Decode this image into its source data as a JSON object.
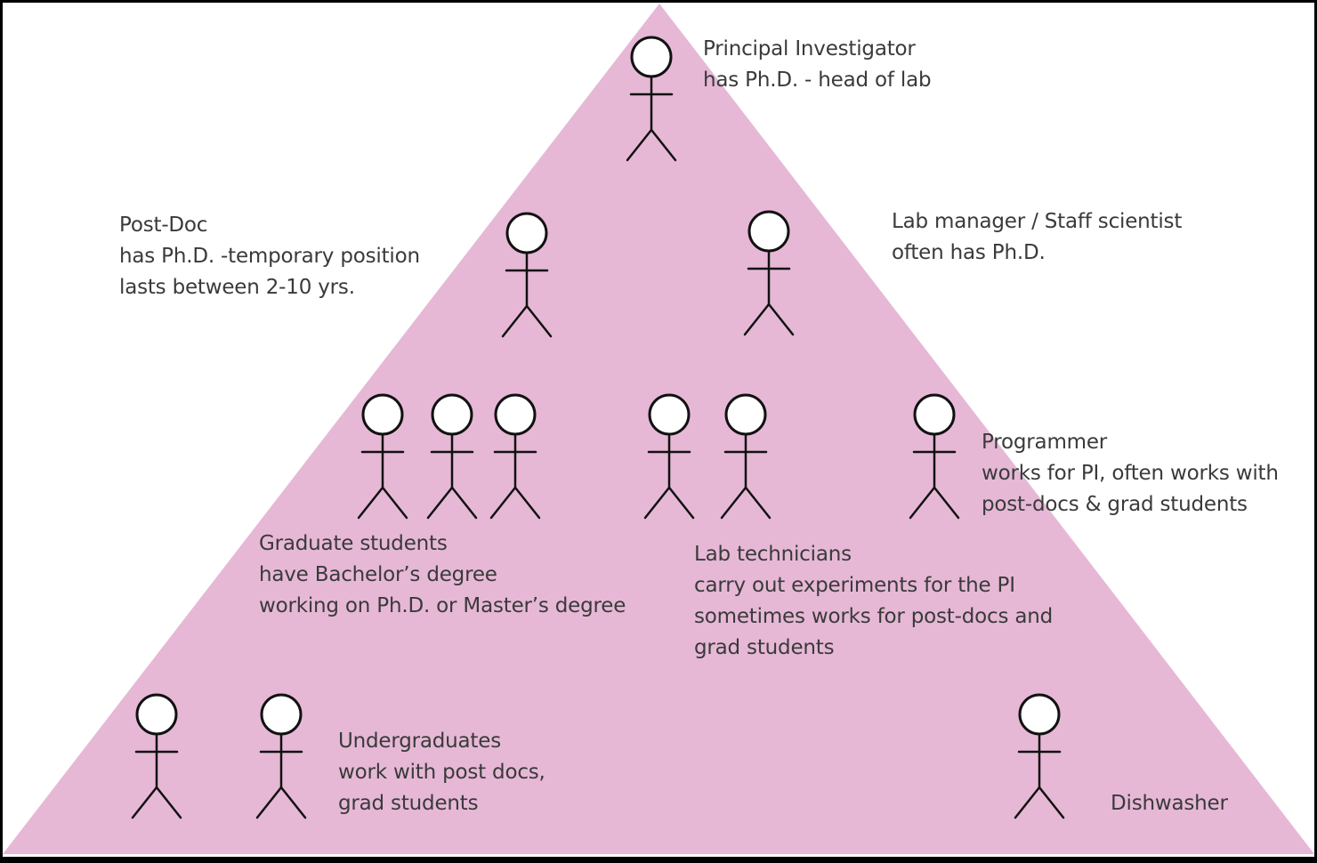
{
  "colors": {
    "background": "#ffffff",
    "frame": "#000000",
    "pyramid": "#e6b8d6",
    "figure_fill": "#ffffff",
    "figure_stroke": "#111111",
    "text": "#3a3a3a"
  },
  "roles": {
    "pi": {
      "title": "Principal Investigator",
      "lines": [
        "has Ph.D. - head of lab"
      ],
      "count": 1
    },
    "postdoc": {
      "title": "Post-Doc",
      "lines": [
        "has Ph.D.  -temporary position",
        "lasts between 2-10 yrs."
      ],
      "count": 1
    },
    "lab_manager": {
      "title": "Lab manager / Staff scientist",
      "lines": [
        "often has Ph.D."
      ],
      "count": 1
    },
    "grad_students": {
      "title": "Graduate students",
      "lines": [
        "have Bachelor’s degree",
        "working on Ph.D. or Master’s degree"
      ],
      "count": 3
    },
    "lab_technicians": {
      "title": "Lab technicians",
      "lines": [
        "carry out experiments for the PI",
        "sometimes works for post-docs and",
        "grad students"
      ],
      "count": 2
    },
    "programmer": {
      "title": "Programmer",
      "lines": [
        "works for PI, often works with",
        "post-docs & grad students"
      ],
      "count": 1
    },
    "undergraduates": {
      "title": "Undergraduates",
      "lines": [
        "work with post docs,",
        "grad students"
      ],
      "count": 2
    },
    "dishwasher": {
      "title": "Dishwasher",
      "lines": [],
      "count": 1
    }
  }
}
